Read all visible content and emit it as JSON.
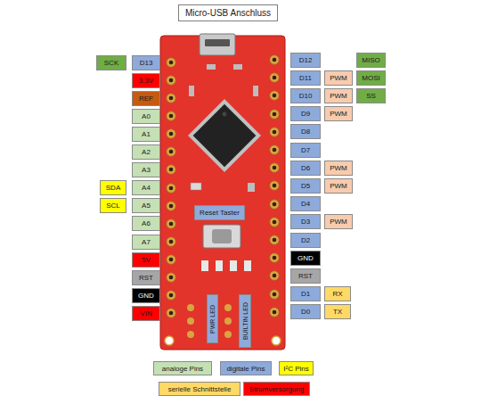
{
  "diagram": {
    "title": "Micro-USB Anschluss",
    "nodes": [
      {
        "text": [
          "SCK"
        ]
      },
      {
        "text": [
          "D13"
        ]
      },
      {
        "text": [
          "D12"
        ]
      },
      {
        "text": [
          "MISO"
        ]
      },
      {
        "text": [
          "3.3V"
        ]
      },
      {
        "text": [
          "D11"
        ]
      },
      {
        "text": [
          "PWM"
        ]
      },
      {
        "text": [
          "MOSI"
        ]
      },
      {
        "text": [
          "REF"
        ]
      },
      {
        "text": [
          "D10"
        ]
      },
      {
        "text": [
          "PWM"
        ]
      },
      {
        "text": [
          "SS"
        ]
      },
      {
        "text": [
          "A0"
        ]
      },
      {
        "text": [
          "D9"
        ]
      },
      {
        "text": [
          "PWM"
        ]
      },
      {
        "text": [
          "A1"
        ]
      },
      {
        "text": [
          "D8"
        ]
      },
      {
        "text": [
          "A2"
        ]
      },
      {
        "text": [
          "D7"
        ]
      },
      {
        "text": [
          "A3"
        ]
      },
      {
        "text": [
          "D6"
        ]
      },
      {
        "text": [
          "PWM"
        ]
      },
      {
        "text": [
          "SDA"
        ]
      },
      {
        "text": [
          "A4"
        ]
      },
      {
        "text": [
          "D5"
        ]
      },
      {
        "text": [
          "PWM"
        ]
      },
      {
        "text": [
          "SCL"
        ]
      },
      {
        "text": [
          "A5"
        ]
      },
      {
        "text": [
          "D4"
        ]
      },
      {
        "text": [
          "Reset Taster"
        ]
      },
      {
        "text": [
          "A6"
        ]
      },
      {
        "text": [
          "D3"
        ]
      },
      {
        "text": [
          "PWM"
        ]
      },
      {
        "text": [
          "A7"
        ]
      },
      {
        "text": [
          "D2"
        ]
      },
      {
        "text": [
          "5V"
        ]
      },
      {
        "text": [
          "GND"
        ]
      },
      {
        "text": [
          "RST"
        ]
      },
      {
        "text": [
          "RST"
        ]
      },
      {
        "text": [
          "GND"
        ]
      },
      {
        "text": [
          "D1"
        ]
      },
      {
        "text": [
          "RX"
        ]
      },
      {
        "text": [
          "VIN"
        ]
      },
      {
        "text": [
          "D0"
        ]
      },
      {
        "text": [
          "TX"
        ]
      },
      {
        "text": [
          "PWR LED"
        ]
      },
      {
        "text": [
          "BUILTIN LED"
        ]
      }
    ],
    "legend": [
      {
        "text": "analoge Pins",
        "color": "#c5e0b4"
      },
      {
        "text": "digitale Pins",
        "color": "#8eaadb"
      },
      {
        "text": "I²C Pins",
        "color": "#ffff00"
      },
      {
        "text": "serielle Schnittstelle",
        "color": "#ffd966"
      },
      {
        "text": "Stromversorgung",
        "color": "#ff0000"
      }
    ]
  }
}
